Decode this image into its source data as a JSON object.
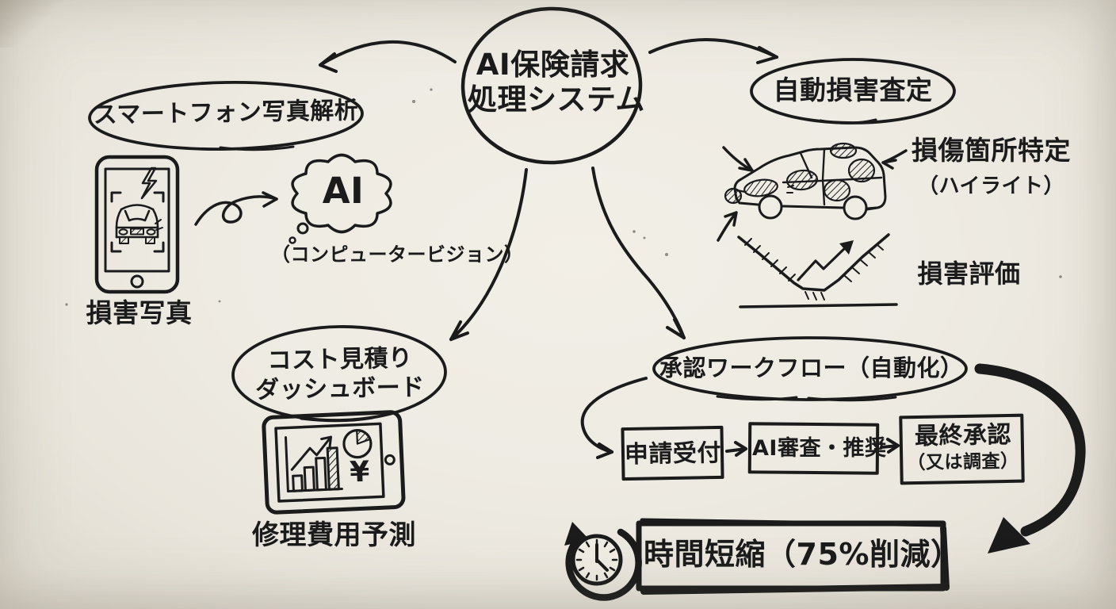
{
  "colors": {
    "paper": "#efece3",
    "ink": "#1b1b1b"
  },
  "center_node": {
    "line1": "AI保険請求",
    "line2": "処理システム"
  },
  "photo_analysis": {
    "title": "スマートフォン写真解析",
    "photo_caption": "損害写真",
    "ai_label": "AI",
    "ai_caption": "（コンピュータービジョン）"
  },
  "damage_assessment": {
    "title": "自動損害査定",
    "spot_line1": "損傷箇所特定",
    "spot_line2": "（ハイライト）",
    "evaluation_caption": "損害評価"
  },
  "cost_dashboard": {
    "title_line1": "コスト見積り",
    "title_line2": "ダッシュボード",
    "caption": "修理費用予測",
    "currency_symbol": "¥"
  },
  "approval_workflow": {
    "title": "承認ワークフロー（自動化）",
    "steps": [
      {
        "label": "申請受付"
      },
      {
        "label": "AI審査・推奨"
      },
      {
        "label_line1": "最終承認",
        "label_line2": "（又は調査）"
      }
    ]
  },
  "outcome": {
    "label": "時間短縮（75%削減）"
  }
}
